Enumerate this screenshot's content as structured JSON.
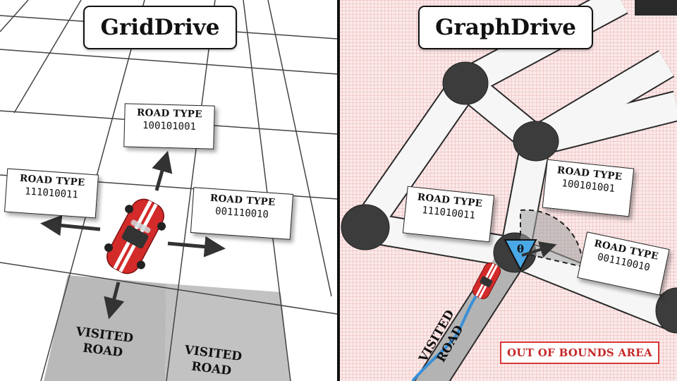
{
  "left_panel": {
    "title": "GridDrive",
    "labels": {
      "north": {
        "heading": "ROAD TYPE",
        "code": "100101001"
      },
      "west": {
        "heading": "ROAD TYPE",
        "code": "111010011"
      },
      "east": {
        "heading": "ROAD TYPE",
        "code": "001110010"
      }
    },
    "visited_left": [
      "VISITED",
      "ROAD"
    ],
    "visited_right": [
      "VISITED",
      "ROAD"
    ]
  },
  "right_panel": {
    "title": "GraphDrive",
    "labels": {
      "upper": {
        "heading": "ROAD TYPE",
        "code": "100101001"
      },
      "left": {
        "heading": "ROAD TYPE",
        "code": "111010011"
      },
      "right": {
        "heading": "ROAD TYPE",
        "code": "001110010"
      }
    },
    "visited_road": [
      "VISITED",
      "ROAD"
    ],
    "angle_symbol": "θ",
    "out_of_bounds": "OUT OF BOUNDS AREA"
  },
  "colors": {
    "grid_line": "#444444",
    "visited_fill": "#b9b9b9",
    "car_red": "#d32a2a",
    "node_fill": "#3c3c3c",
    "angle_fill": "#4aa8e6",
    "trajectory": "#3a8fd8",
    "oob_red": "#d83a3a",
    "hatch": "#e7a3a3"
  }
}
